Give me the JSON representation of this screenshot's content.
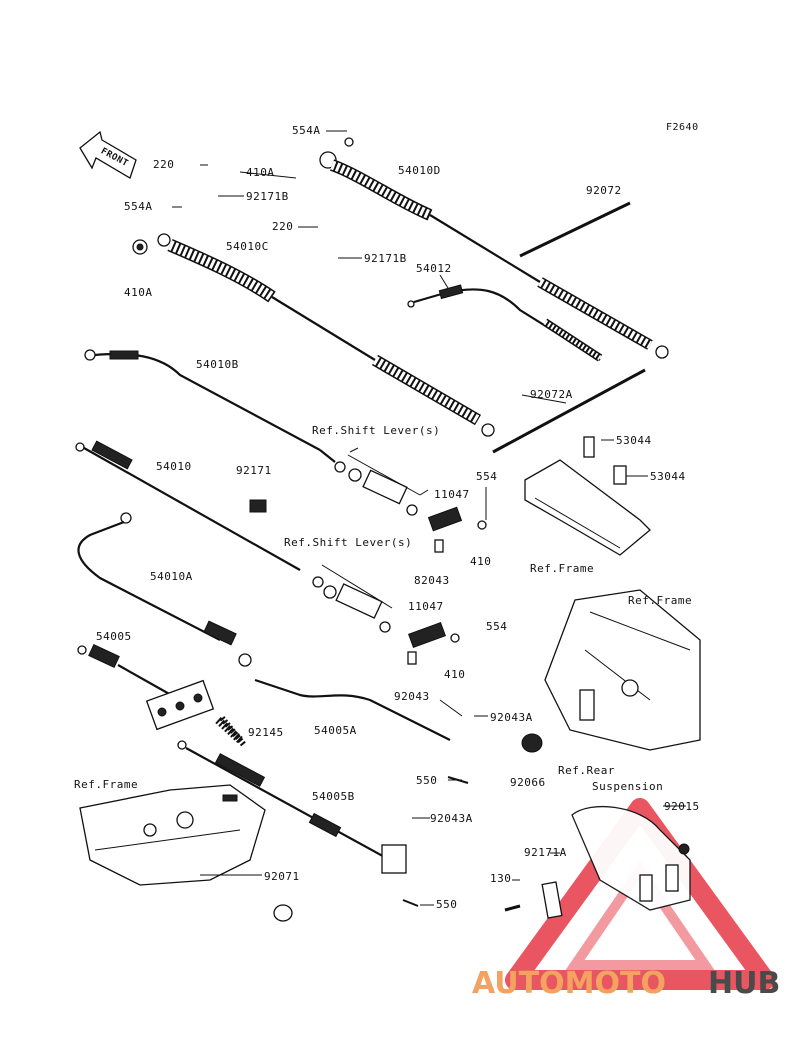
{
  "diagram": {
    "code": "F2640",
    "front_label": "FRONT",
    "labels": {
      "p554A_top": "554A",
      "p54010D": "54010D",
      "p220_a": "220",
      "p410A_a": "410A",
      "p92171B_a": "92171B",
      "p92072": "92072",
      "p554A_left": "554A",
      "p220_b": "220",
      "p54010C": "54010C",
      "p92171B_b": "92171B",
      "p54012": "54012",
      "p410A_b": "410A",
      "p54010B": "54010B",
      "p92072A": "92072A",
      "refshift_1": "Ref.Shift Lever(s)",
      "p53044_a": "53044",
      "p53044_b": "53044",
      "p54010": "54010",
      "p92171": "92171",
      "p554_a": "554",
      "p11047_a": "11047",
      "p410_a": "410",
      "p82043": "82043",
      "refframe_1": "Ref.Frame",
      "refshift_2": "Ref.Shift Lever(s)",
      "p54010A": "54010A",
      "p11047_b": "11047",
      "p554_b": "554",
      "refframe_2": "Ref.Frame",
      "p54005": "54005",
      "p410_b": "410",
      "p92043": "92043",
      "p92145": "92145",
      "p54005A": "54005A",
      "p92043A_a": "92043A",
      "p550_a": "550",
      "p92066": "92066",
      "refrear_1": "Ref.Rear",
      "refrear_2": "Suspension",
      "refframe_3": "Ref.Frame",
      "p54005B": "54005B",
      "p92015": "92015",
      "p92043A_b": "92043A",
      "p92171A": "92171A",
      "p92071": "92071",
      "p130": "130",
      "p550_b": "550"
    },
    "watermark": {
      "part1": "AUTOMOTO",
      "part2": "HUB",
      "color1": "#f4a261",
      "color2": "#4a4a4a",
      "triangle_color": "#e63946"
    }
  }
}
